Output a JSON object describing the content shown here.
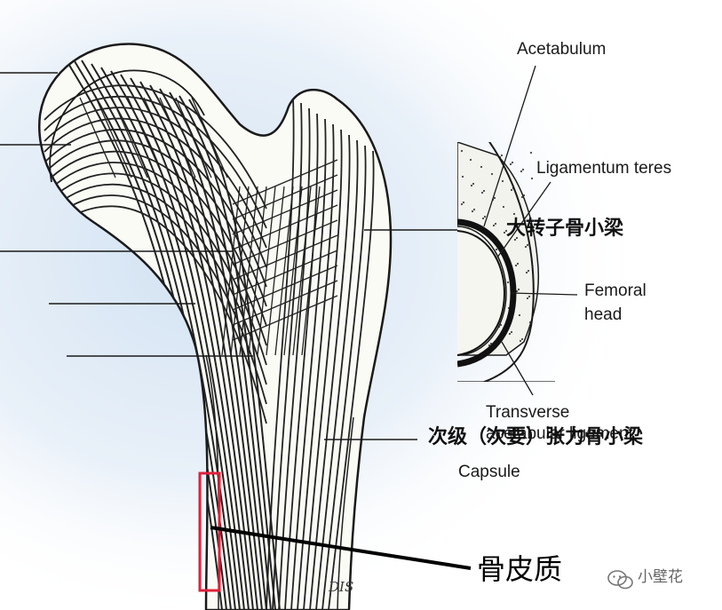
{
  "labels": {
    "acetabulum": "Acetabulum",
    "ligamentum_teres": "Ligamentum teres",
    "femoral_head_1": "Femoral",
    "femoral_head_2": "head",
    "transverse_1": "Transverse",
    "transverse_2": "acetabular ligament",
    "capsule": "Capsule",
    "greater_trochanter_trabeculae": "大转子骨小梁",
    "secondary_tension_trabeculae": "次级（次要）张力骨小梁",
    "cortical_bone": "骨皮质"
  },
  "watermark": {
    "text": "小壁花",
    "icon": "wechat-icon"
  },
  "signature": "DIS",
  "colors": {
    "background_glow": "#d7e6f4",
    "line": "#1a1a1a",
    "highlight_box": "#e0203a",
    "bone_fill": "#fbfbf6",
    "cartilage": "#111111"
  }
}
